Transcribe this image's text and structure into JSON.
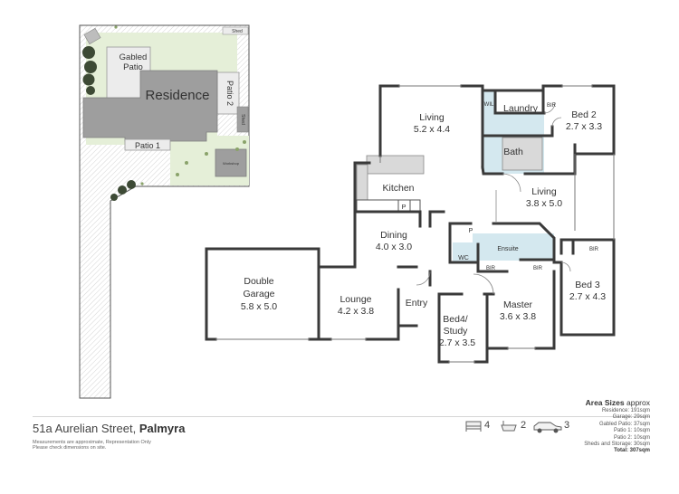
{
  "site_plan": {
    "residence": "Residence",
    "gabled_patio_line1": "Gabled",
    "gabled_patio_line2": "Patio",
    "patio1": "Patio 1",
    "patio2": "Patio 2",
    "shed_top": "Shed",
    "shed_side": "Shed",
    "workshop": "Workshop"
  },
  "floor_plan": {
    "living_main": {
      "name": "Living",
      "size": "5.2 x 4.4"
    },
    "laundry": {
      "name": "Laundry"
    },
    "wil": "WIL",
    "bir_bed2": "BIR",
    "bed2": {
      "name": "Bed 2",
      "size": "2.7 x 3.3"
    },
    "bath": {
      "name": "Bath"
    },
    "kitchen": {
      "name": "Kitchen"
    },
    "pantry": "P",
    "living2": {
      "name": "Living",
      "size": "3.8 x 5.0"
    },
    "pantry2": "P",
    "ensuite": {
      "name": "Ensuite"
    },
    "wc": "WC",
    "bir_ensuite": "BIR",
    "bir_master": "BIR",
    "bir_bed3": "BIR",
    "dining": {
      "name": "Dining",
      "size": "4.0 x 3.0"
    },
    "double_garage": {
      "line1": "Double",
      "line2": "Garage",
      "size": "5.8 x 5.0"
    },
    "lounge": {
      "name": "Lounge",
      "size": "4.2 x 3.8"
    },
    "entry": {
      "name": "Entry"
    },
    "bed4": {
      "line1": "Bed4/",
      "line2": "Study",
      "size": "2.7 x 3.5"
    },
    "master": {
      "name": "Master",
      "size": "3.6 x 3.8"
    },
    "bed3": {
      "name": "Bed 3",
      "size": "2.7 x 4.3"
    }
  },
  "footer": {
    "address_street": "51a Aurelian Street,",
    "address_suburb": "Palmyra",
    "disclaimer_line1": "Measurements are approximate, Representation Only",
    "disclaimer_line2": "Please check dimensions on site.",
    "beds": "4",
    "baths": "2",
    "cars": "3"
  },
  "area_sizes": {
    "heading": "Area Sizes",
    "heading_suffix": "approx",
    "lines": [
      "Residence: 191sqm",
      "Garage: 29sqm",
      "Gabled Patio: 37sqm",
      "Patio 1: 10sqm",
      "Patio 2: 10sqm",
      "Sheds and Storage: 30sqm"
    ],
    "total": "Total: 307sqm"
  },
  "colors": {
    "wall": "#3a3a3a",
    "wet_area": "#d4e8ef",
    "residence": "#9e9e9e",
    "lawn": "#e5efd8",
    "tree": "#3d4a35"
  }
}
